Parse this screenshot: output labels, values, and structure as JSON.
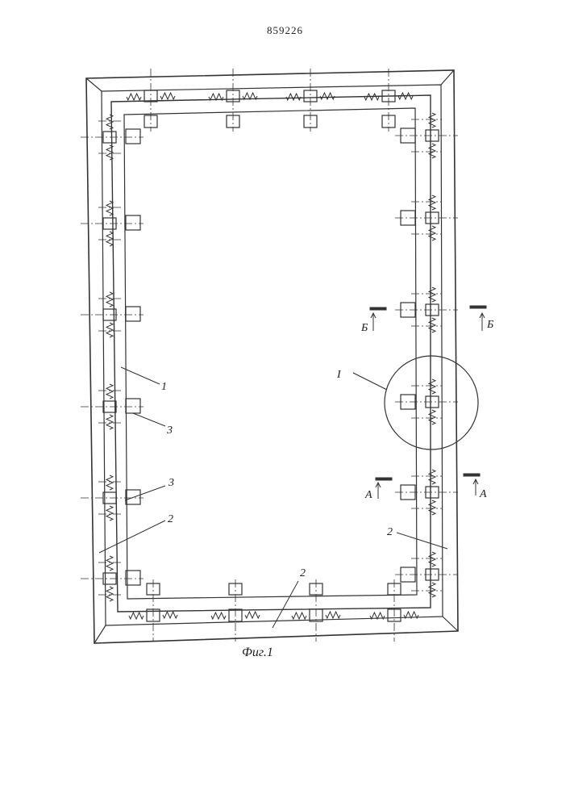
{
  "patent_number": "859226",
  "figure_caption": "Фиг.1",
  "labels": {
    "part1": "1",
    "part2a": "2",
    "part2b": "2",
    "part2c": "2",
    "part3a": "3",
    "part3b": "3",
    "detail": "I",
    "sectionA_left": "А",
    "sectionA_right": "А",
    "sectionB_left": "Б",
    "sectionB_right": "Б"
  }
}
